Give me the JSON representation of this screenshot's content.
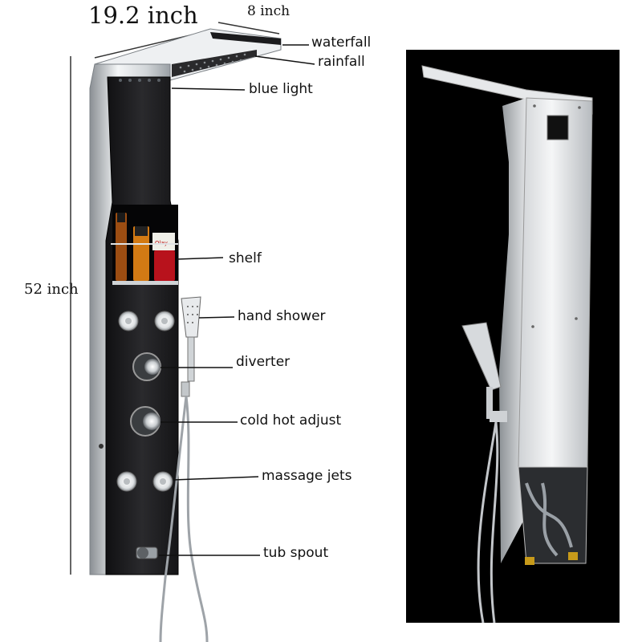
{
  "dimensions": {
    "width": "19.2 inch",
    "depth": "8 inch",
    "height": "52 inch"
  },
  "callouts": {
    "waterfall": "waterfall",
    "rainfall": "rainfall",
    "blue_light": "blue light",
    "shelf": "shelf",
    "hand_shower": "hand shower",
    "diverter": "diverter",
    "cold_hot_adjust": "cold hot adjust",
    "massage_jets": "massage jets",
    "tub_spout": "tub spout"
  },
  "shelf_items": {
    "tube_brand": "Olay"
  },
  "colors": {
    "panel_black": "#1c1c1e",
    "chrome": "#e6e8ea",
    "photo_background": "#000000"
  }
}
